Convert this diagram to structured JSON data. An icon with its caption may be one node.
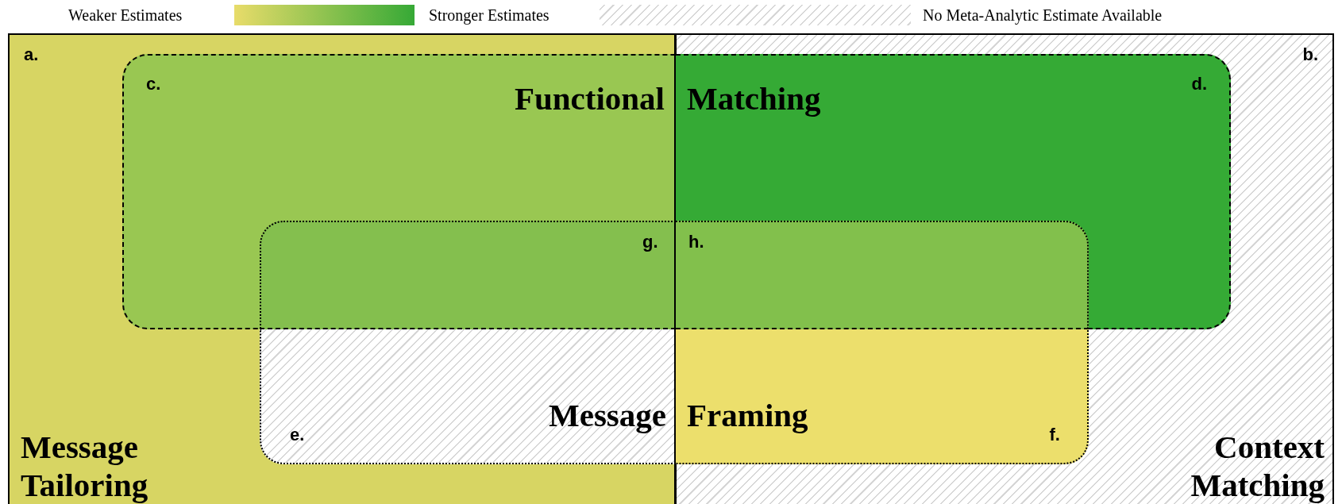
{
  "diagram": {
    "nodes": [
      {
        "text": [
          "a.",
          "Message Tailoring"
        ]
      },
      {
        "text": [
          "b.",
          "Context Matching"
        ]
      },
      {
        "text": [
          "c.",
          "Functional"
        ],
        "in": 0
      },
      {
        "text": [
          "Matching",
          "d."
        ],
        "in": 1
      },
      {
        "text": [
          "g."
        ],
        "in": 2
      },
      {
        "text": [
          "h."
        ],
        "in": 3
      },
      {
        "text": [
          "e.",
          "Message"
        ],
        "in": 0
      },
      {
        "text": [
          "Framing",
          "f."
        ],
        "in": 1
      }
    ],
    "legend": [
      {
        "text": "Weaker Estimates",
        "color": "#e8dc6a"
      },
      {
        "text": "Stronger Estimates",
        "color": "#36a936"
      },
      {
        "text": "No Meta-Analytic Estimate Available"
      }
    ]
  }
}
